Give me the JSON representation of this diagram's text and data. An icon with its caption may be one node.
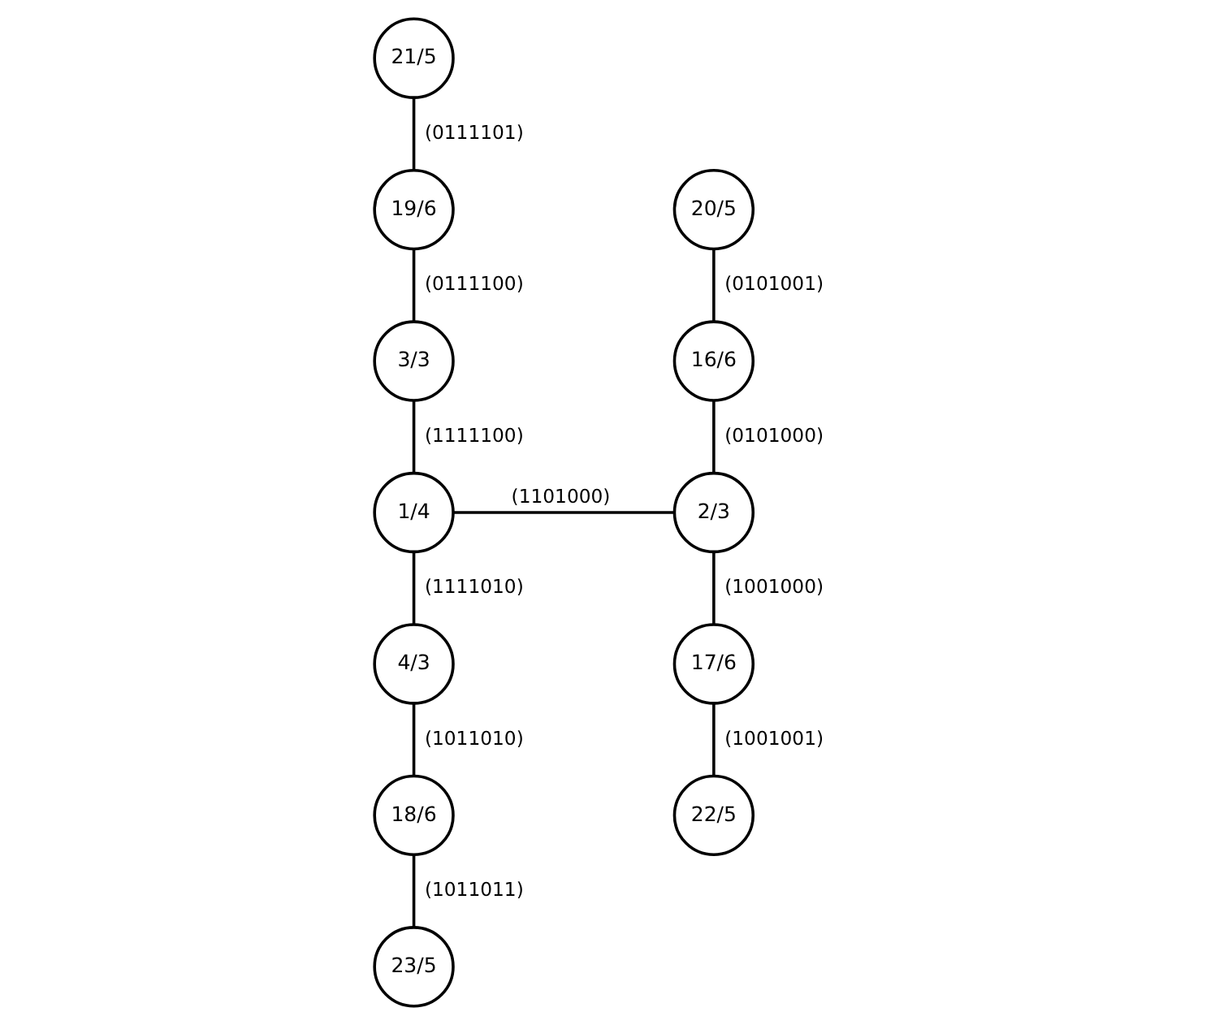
{
  "diagram": {
    "nodes": [
      {
        "text": [
          "21/5"
        ]
      },
      {
        "text": [
          "19/6"
        ]
      },
      {
        "text": [
          "20/5"
        ]
      },
      {
        "text": [
          "16/6"
        ]
      },
      {
        "text": [
          "3/3"
        ]
      },
      {
        "text": [
          "1/4"
        ]
      },
      {
        "text": [
          "2/3"
        ]
      },
      {
        "text": [
          "4/3"
        ]
      },
      {
        "text": [
          "17/6"
        ]
      },
      {
        "text": [
          "18/6"
        ]
      },
      {
        "text": [
          "22/5"
        ]
      },
      {
        "text": [
          "23/5"
        ]
      }
    ],
    "edges": [
      {
        "from": 0,
        "to": 1,
        "arrow": "none",
        "label": "(0111101)"
      },
      {
        "from": 1,
        "to": 4,
        "arrow": "none",
        "label": "(0111100)"
      },
      {
        "from": 4,
        "to": 5,
        "arrow": "none",
        "label": "(1111100)"
      },
      {
        "from": 5,
        "to": 6,
        "arrow": "none",
        "label": "(1101000)"
      },
      {
        "from": 6,
        "to": 3,
        "arrow": "none",
        "label": "(0101000)"
      },
      {
        "from": 3,
        "to": 2,
        "arrow": "none",
        "label": "(0101001)"
      },
      {
        "from": 5,
        "to": 7,
        "arrow": "none",
        "label": "(1111010)"
      },
      {
        "from": 7,
        "to": 9,
        "arrow": "none",
        "label": "(1011010)"
      },
      {
        "from": 9,
        "to": 11,
        "arrow": "none",
        "label": "(1011011)"
      },
      {
        "from": 6,
        "to": 8,
        "arrow": "none",
        "label": "(1001000)"
      },
      {
        "from": 8,
        "to": 10,
        "arrow": "none",
        "label": "(1001001)"
      }
    ]
  }
}
